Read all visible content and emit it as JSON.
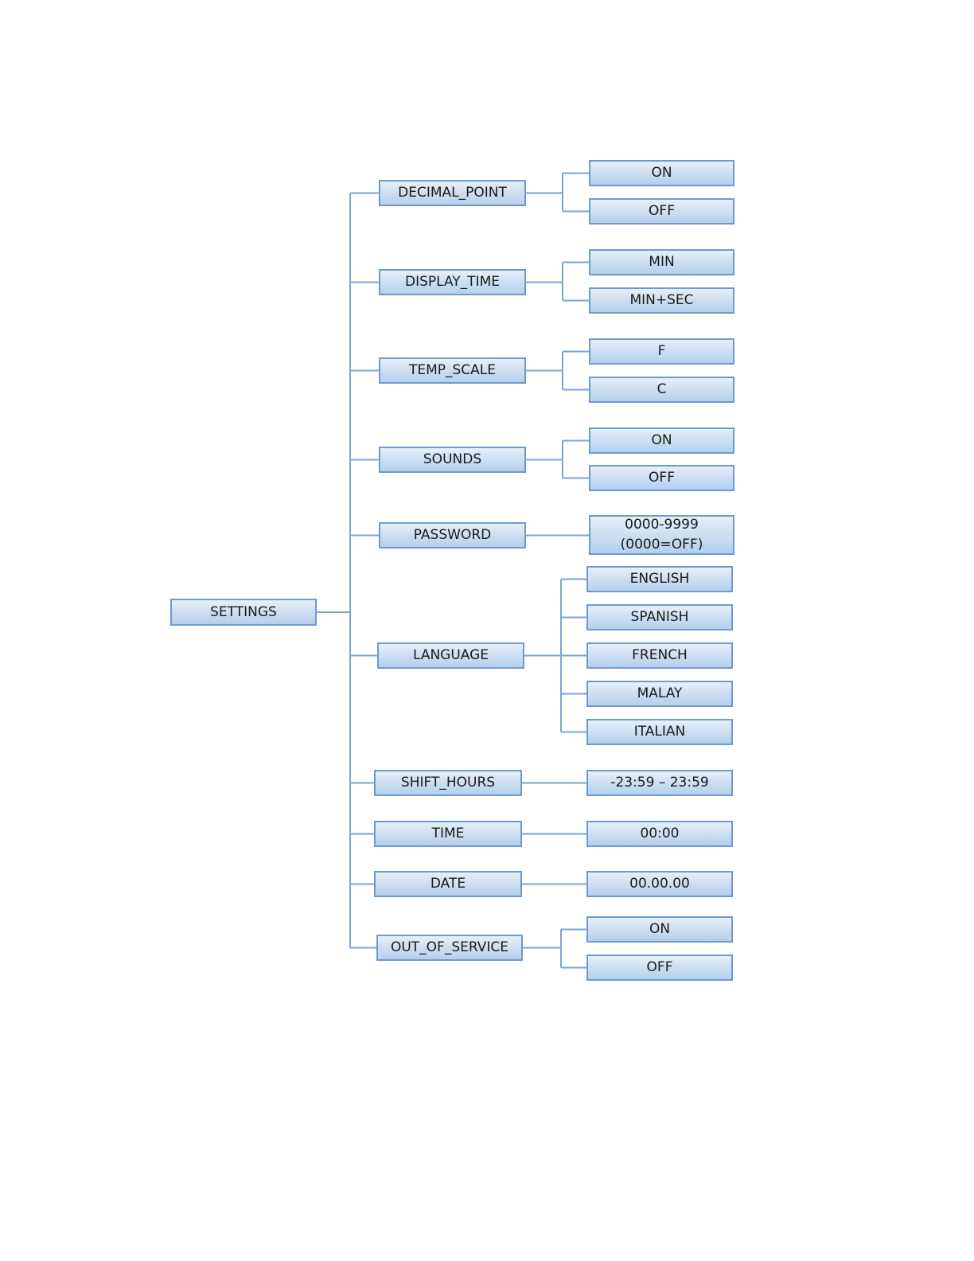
{
  "root": "SETTINGS",
  "settings": [
    {
      "label": "DECIMAL_POINT",
      "options": [
        "ON",
        "OFF"
      ]
    },
    {
      "label": "DISPLAY_TIME",
      "options": [
        "MIN",
        "MIN+SEC"
      ]
    },
    {
      "label": "TEMP_SCALE",
      "options": [
        "F",
        "C"
      ]
    },
    {
      "label": "SOUNDS",
      "options": [
        "ON",
        "OFF"
      ]
    },
    {
      "label": "PASSWORD",
      "options": [
        [
          "0000-9999",
          "(0000=OFF)"
        ]
      ]
    },
    {
      "label": "LANGUAGE",
      "options": [
        "ENGLISH",
        "SPANISH",
        "FRENCH",
        "MALAY",
        "ITALIAN"
      ]
    },
    {
      "label": "SHIFT_HOURS",
      "options": [
        "-23:59 – 23:59"
      ]
    },
    {
      "label": "TIME",
      "options": [
        "00:00"
      ]
    },
    {
      "label": "DATE",
      "options": [
        "00.00.00"
      ]
    },
    {
      "label": "OUT_OF_SERVICE",
      "options": [
        "ON",
        "OFF"
      ]
    }
  ],
  "colors": {
    "box_border": "#6d9ccc",
    "box_fill_top": "#e7f0fa",
    "box_fill_bottom": "#b6cfec",
    "connector": "#7aa6d4",
    "text": "#1a1a1a"
  }
}
